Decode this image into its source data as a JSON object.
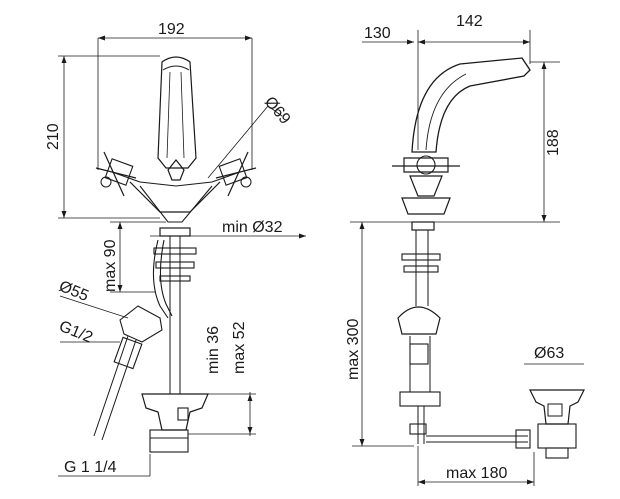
{
  "labels": {
    "width_total": "192",
    "height_total": "210",
    "rosette_diameter": "Ø69",
    "min_hole_diameter": "min Ø32",
    "max_deck_thickness": "max 90",
    "flange_diameter": "Ø55",
    "connection_thread": "G1/2",
    "min_thickness": "min 36",
    "max_thickness": "max 52",
    "waste_thread": "G 1 1/4",
    "rear_offset": "130",
    "spout_reach": "142",
    "spout_height": "188",
    "max_under_counter": "max 300",
    "waste_diameter": "Ø63",
    "max_rod_length": "max 180"
  },
  "colors": {
    "ink": "#1a1a1a",
    "background": "#ffffff"
  }
}
